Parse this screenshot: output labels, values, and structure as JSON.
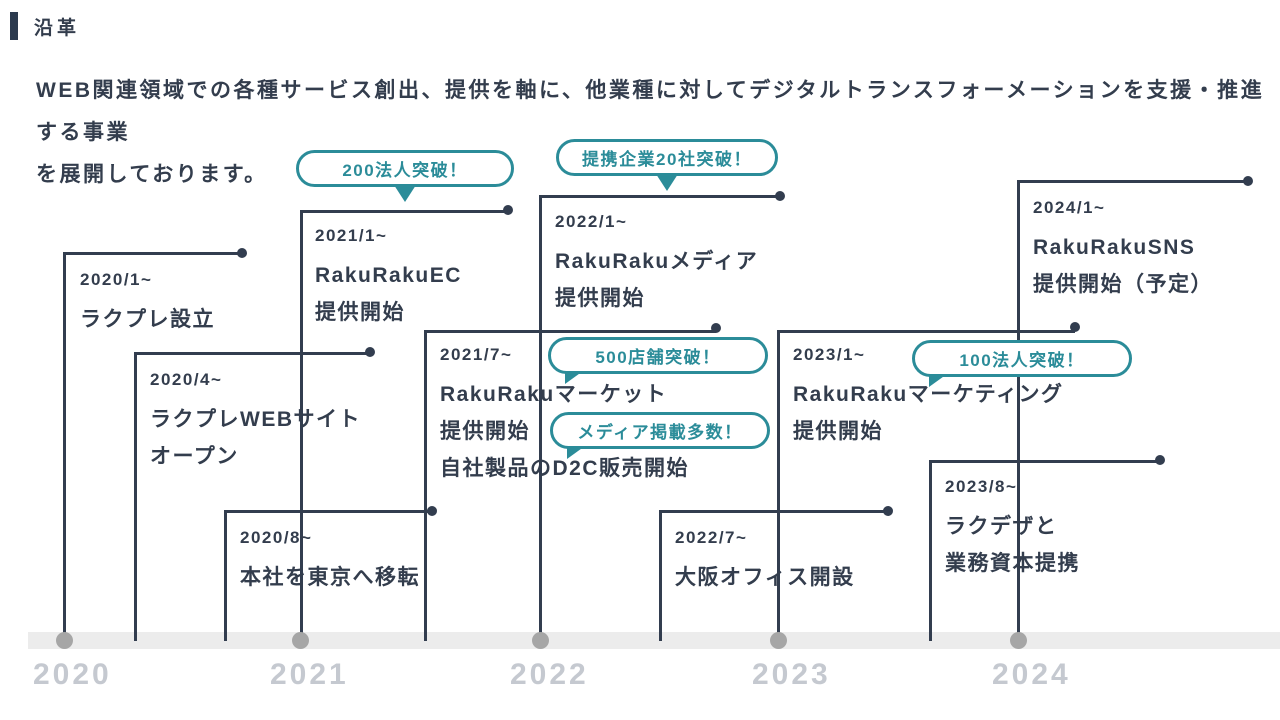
{
  "header": {
    "title": "沿革"
  },
  "intro": {
    "line1": "WEB関連領域での各種サービス創出、提供を軸に、他業種に対してデジタルトランスフォーメーションを支援・推進する事業",
    "line2": "を展開しております。"
  },
  "timeline": {
    "years": [
      "2020",
      "2021",
      "2022",
      "2023",
      "2024"
    ],
    "milestones": [
      {
        "date": "2020/1~",
        "lines": [
          "ラクプレ設立"
        ]
      },
      {
        "date": "2020/4~",
        "lines": [
          "ラクプレWEBサイト",
          "オープン"
        ]
      },
      {
        "date": "2020/8~",
        "lines": [
          "本社を東京へ移転"
        ]
      },
      {
        "date": "2021/1~",
        "lines": [
          "RakuRakuEC",
          "提供開始"
        ]
      },
      {
        "date": "2021/7~",
        "lines": [
          "RakuRakuマーケット",
          "提供開始",
          "自社製品のD2C販売開始"
        ]
      },
      {
        "date": "2022/1~",
        "lines": [
          "RakuRakuメディア",
          "提供開始"
        ]
      },
      {
        "date": "2022/7~",
        "lines": [
          "大阪オフィス開設"
        ]
      },
      {
        "date": "2023/1~",
        "lines": [
          "RakuRakuマーケティング",
          "提供開始"
        ]
      },
      {
        "date": "2023/8~",
        "lines": [
          "ラクデザと",
          "業務資本提携"
        ]
      },
      {
        "date": "2024/1~",
        "lines": [
          "RakuRakuSNS",
          "提供開始（予定）"
        ]
      }
    ],
    "badges": [
      {
        "label": "200法人突破！"
      },
      {
        "label": "提携企業20社突破！"
      },
      {
        "label": "500店舗突破！"
      },
      {
        "label": "メディア掲載多数！"
      },
      {
        "label": "100法人突破！"
      }
    ]
  },
  "colors": {
    "accent": "#2b8c99",
    "text": "#333d4d",
    "axis": "#ececec",
    "year_label": "#c5c9d0"
  }
}
